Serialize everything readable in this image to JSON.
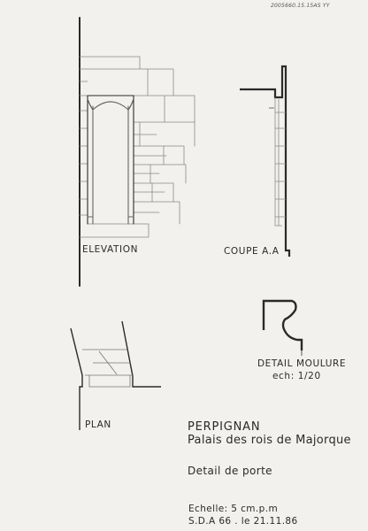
{
  "header": {
    "reference_number": "2005660.15.15AS YY"
  },
  "views": {
    "elevation_label": "ELEVATION",
    "section_label": "COUPE A.A",
    "molding_detail_label": "DETAIL MOULURE",
    "molding_detail_scale": "ech: 1/20",
    "plan_label": "PLAN"
  },
  "title_block": {
    "city": "PERPIGNAN",
    "building": "Palais des rois de Majorque",
    "subject": "Detail de porte",
    "scale": "Echelle: 5 cm.p.m",
    "author_date": "S.D.A  66 . le 21.11.86"
  }
}
